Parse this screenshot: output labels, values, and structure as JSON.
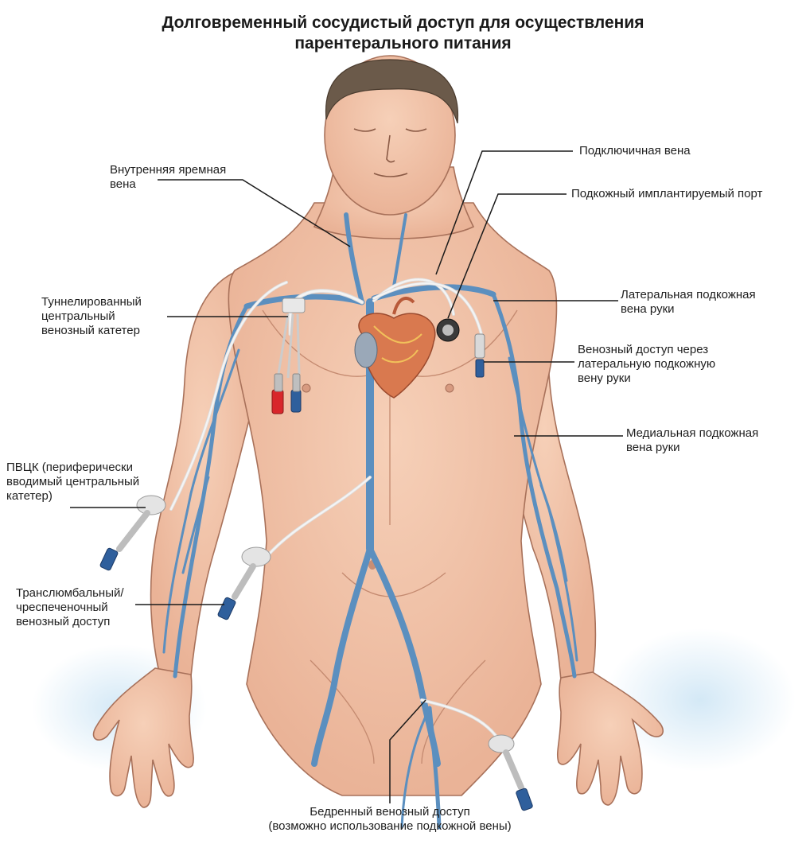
{
  "title": {
    "line1": "Долговременный сосудистый доступ для осуществления",
    "line2": "парентерального питания"
  },
  "labels": {
    "internal_jugular": [
      "Внутренняя яремная",
      "вена"
    ],
    "subclavian": [
      "Подключичная вена"
    ],
    "implanted_port": [
      "Подкожный имплантируемый порт"
    ],
    "tunneled_catheter": [
      "Туннелированный",
      "центральный",
      "венозный катетер"
    ],
    "lateral_vein": [
      "Латеральная подкожная",
      "вена руки"
    ],
    "lateral_access": [
      "Венозный доступ через",
      "латеральную подкожную",
      "вену руки"
    ],
    "medial_vein": [
      "Медиальная подкожная",
      "вена руки"
    ],
    "picc": [
      "ПВЦК (периферически",
      "вводимый центральный",
      "катетер)"
    ],
    "translumbar": [
      "Транслюмбальный/",
      "чреспеченочный",
      "венозный доступ"
    ],
    "femoral": [
      "Бедренный венозный доступ",
      "(возможно использование подкожной вены)"
    ]
  },
  "colors": {
    "skin": "#f3c7ad",
    "skin_shadow": "#e3a98c",
    "vein": "#5b8fbf",
    "hair": "#6b5a4a",
    "catheter": "#f4f4f4",
    "leader": "#1a1a1a",
    "heart": "#d9794f",
    "connector_red": "#d8262b",
    "connector_blue": "#2f5f9c"
  }
}
